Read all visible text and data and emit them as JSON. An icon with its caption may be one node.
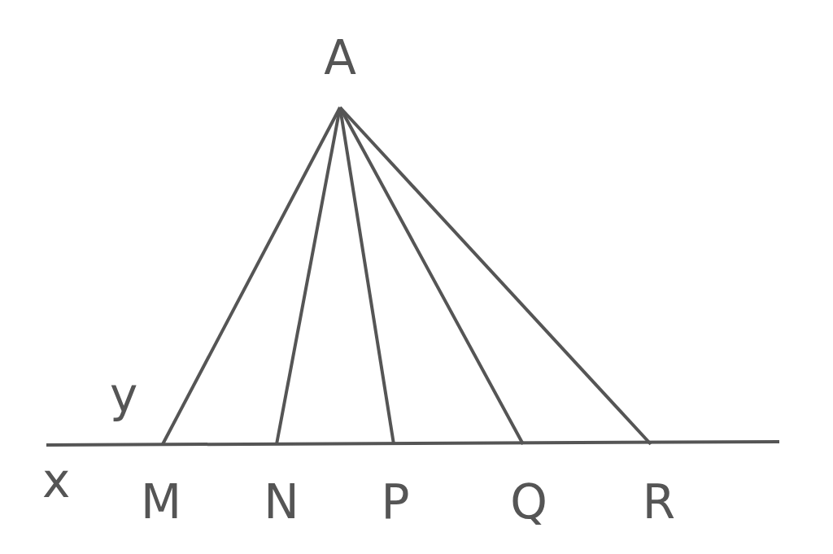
{
  "diagram": {
    "nodes": [
      {
        "text": [
          "A"
        ]
      },
      {
        "text": [
          "M"
        ]
      },
      {
        "text": [
          "N"
        ]
      },
      {
        "text": [
          "P"
        ]
      },
      {
        "text": [
          "Q"
        ]
      },
      {
        "text": [
          "R"
        ]
      }
    ],
    "edges": [
      {
        "from": 0,
        "to": 1,
        "arrow": "none"
      },
      {
        "from": 0,
        "to": 2,
        "arrow": "none"
      },
      {
        "from": 0,
        "to": 3,
        "arrow": "none"
      },
      {
        "from": 0,
        "to": 4,
        "arrow": "none"
      },
      {
        "from": 0,
        "to": 5,
        "arrow": "none"
      }
    ],
    "labels": [
      "y",
      "x"
    ]
  }
}
